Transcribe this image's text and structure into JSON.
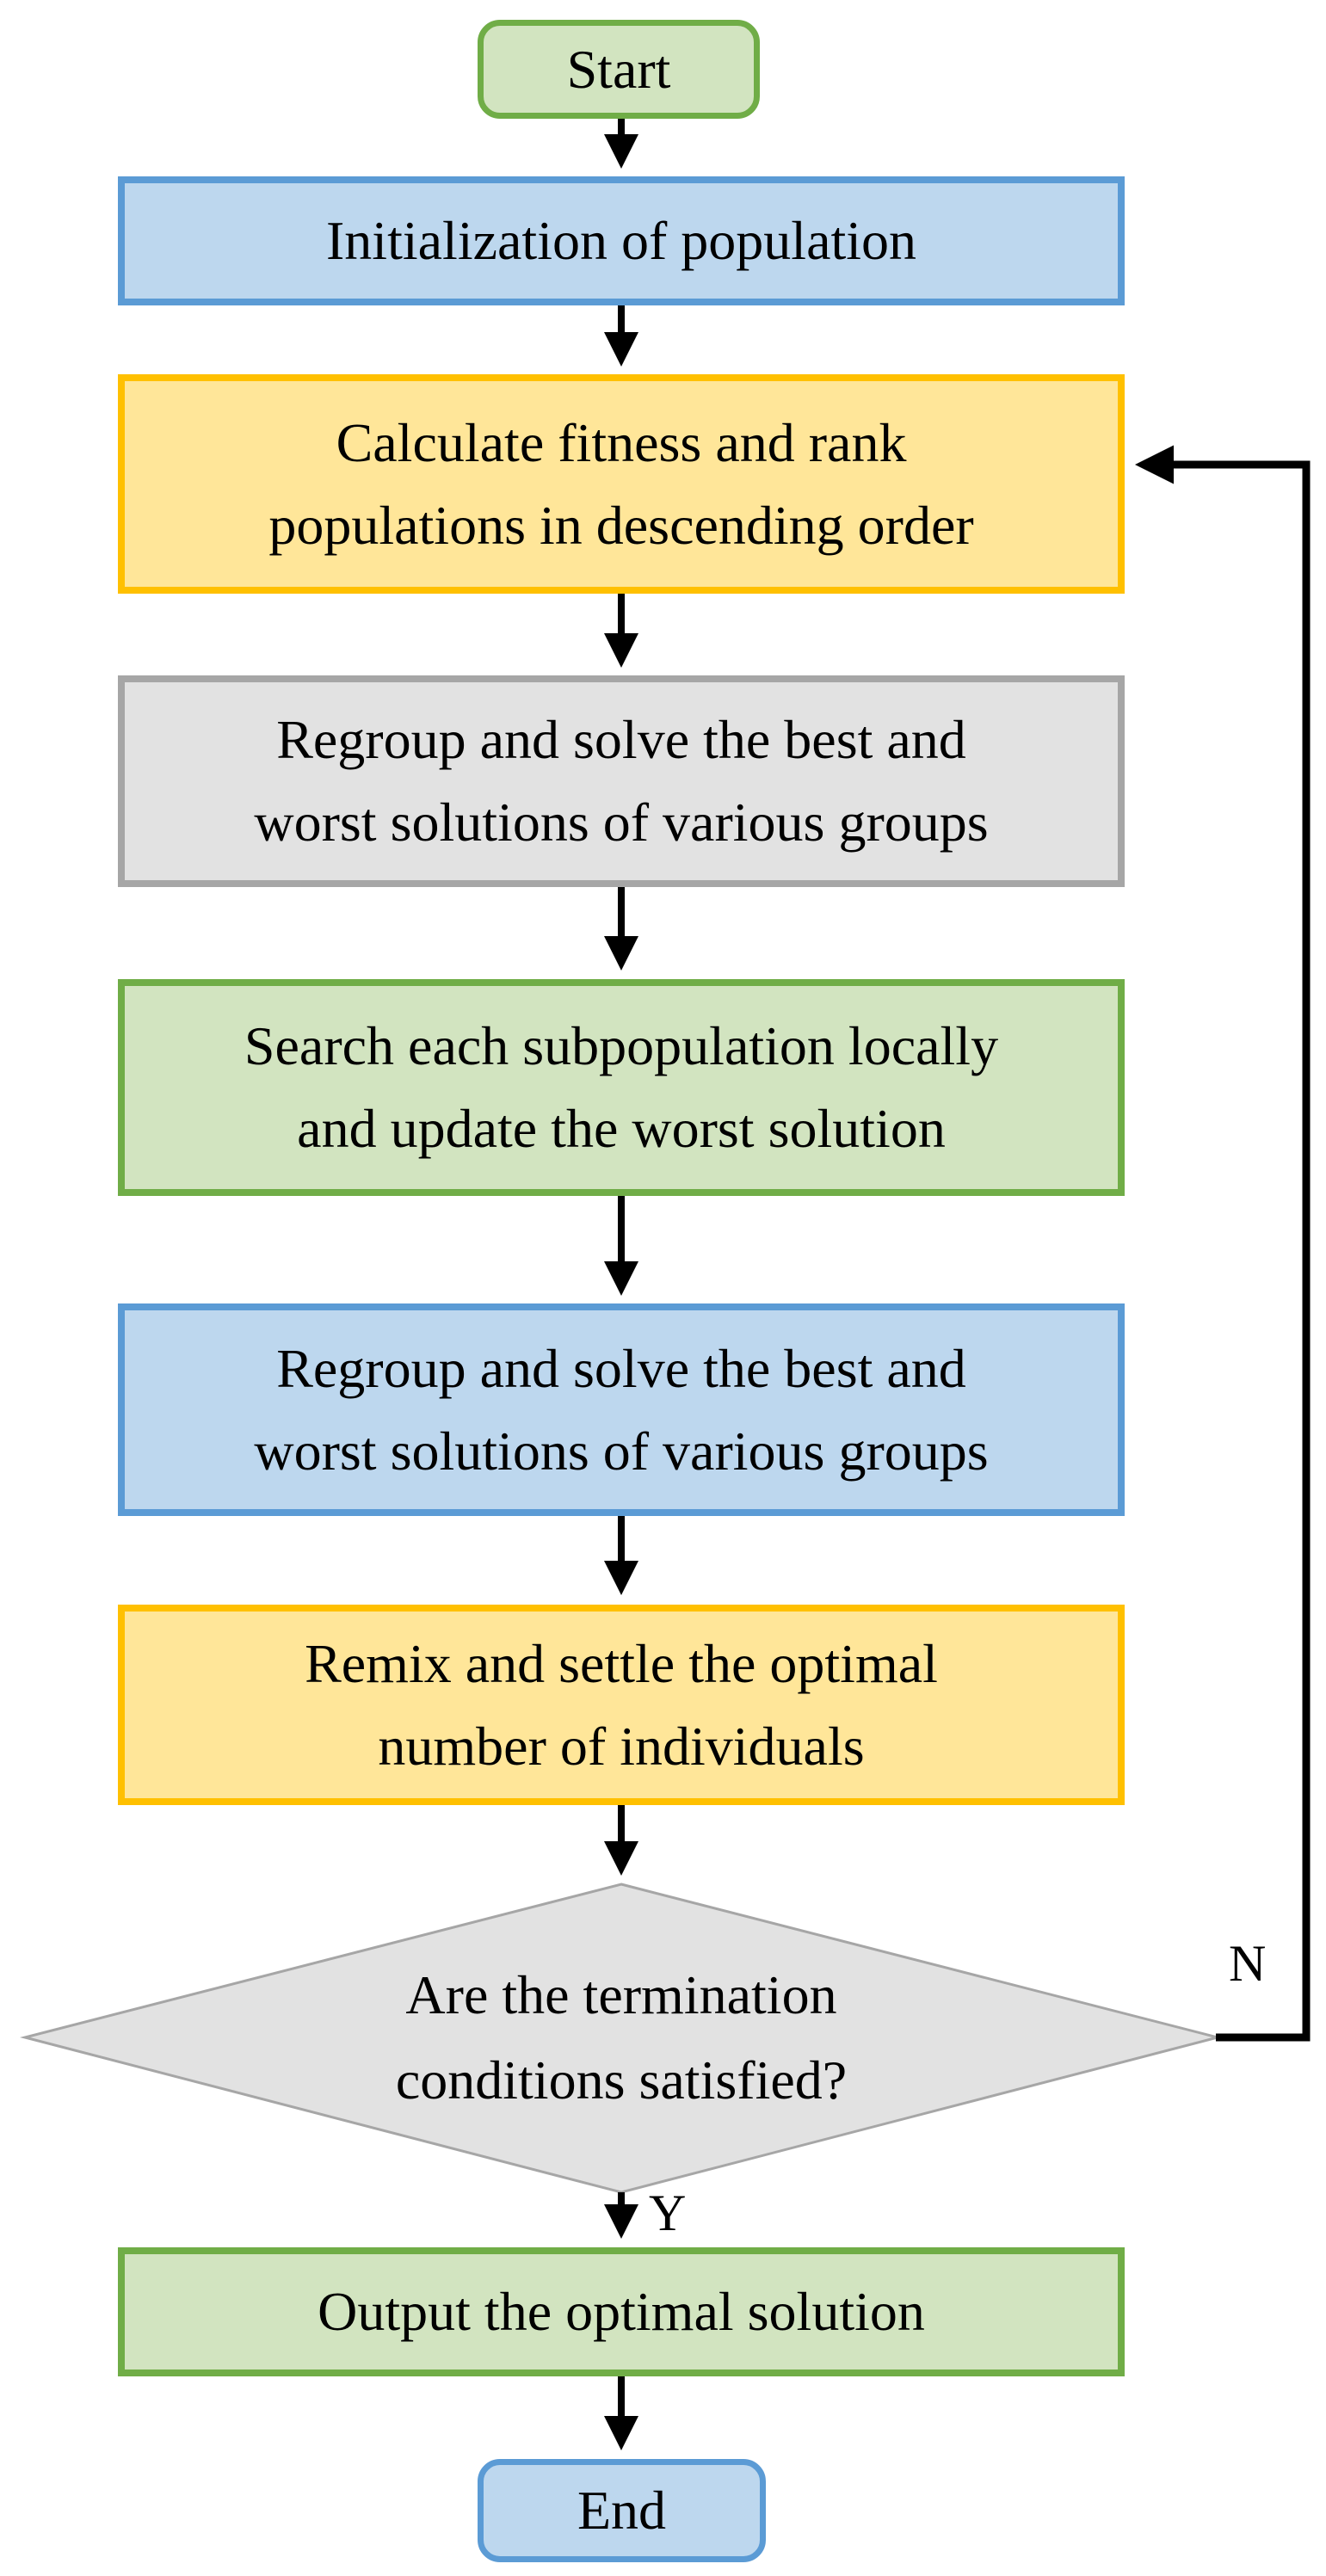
{
  "palette": {
    "green_fill": "#d2e4c0",
    "green_border": "#70ad47",
    "blue_fill": "#bdd7ee",
    "blue_border": "#5b9bd5",
    "yellow_fill": "#ffe699",
    "yellow_border": "#ffc000",
    "gray_fill": "#e2e2e2",
    "gray_border": "#a6a6a6",
    "arrow": "#000000",
    "text": "#000000"
  },
  "flowchart": {
    "nodes": [
      {
        "id": "start",
        "shape": "rounded",
        "color": "green",
        "label": "Start"
      },
      {
        "id": "init",
        "shape": "rect",
        "color": "blue",
        "label": "Initialization of population"
      },
      {
        "id": "fitness",
        "shape": "rect",
        "color": "yellow",
        "label": "Calculate fitness and rank\npopulations in descending order"
      },
      {
        "id": "regroup1",
        "shape": "rect",
        "color": "gray",
        "label": "Regroup and solve the best and\nworst solutions of various groups"
      },
      {
        "id": "search",
        "shape": "rect",
        "color": "green",
        "label": "Search each subpopulation locally\nand update the worst solution"
      },
      {
        "id": "regroup2",
        "shape": "rect",
        "color": "blue",
        "label": "Regroup and solve the best and\nworst solutions of various groups"
      },
      {
        "id": "remix",
        "shape": "rect",
        "color": "yellow",
        "label": "Remix and settle the optimal\nnumber of individuals"
      },
      {
        "id": "decision",
        "shape": "diamond",
        "color": "gray",
        "label": "Are the termination\nconditions satisfied?"
      },
      {
        "id": "output",
        "shape": "rect",
        "color": "green",
        "label": "Output the optimal solution"
      },
      {
        "id": "end",
        "shape": "rounded",
        "color": "blue",
        "label": "End"
      }
    ],
    "edge_labels": {
      "no": "N",
      "yes": "Y"
    }
  }
}
